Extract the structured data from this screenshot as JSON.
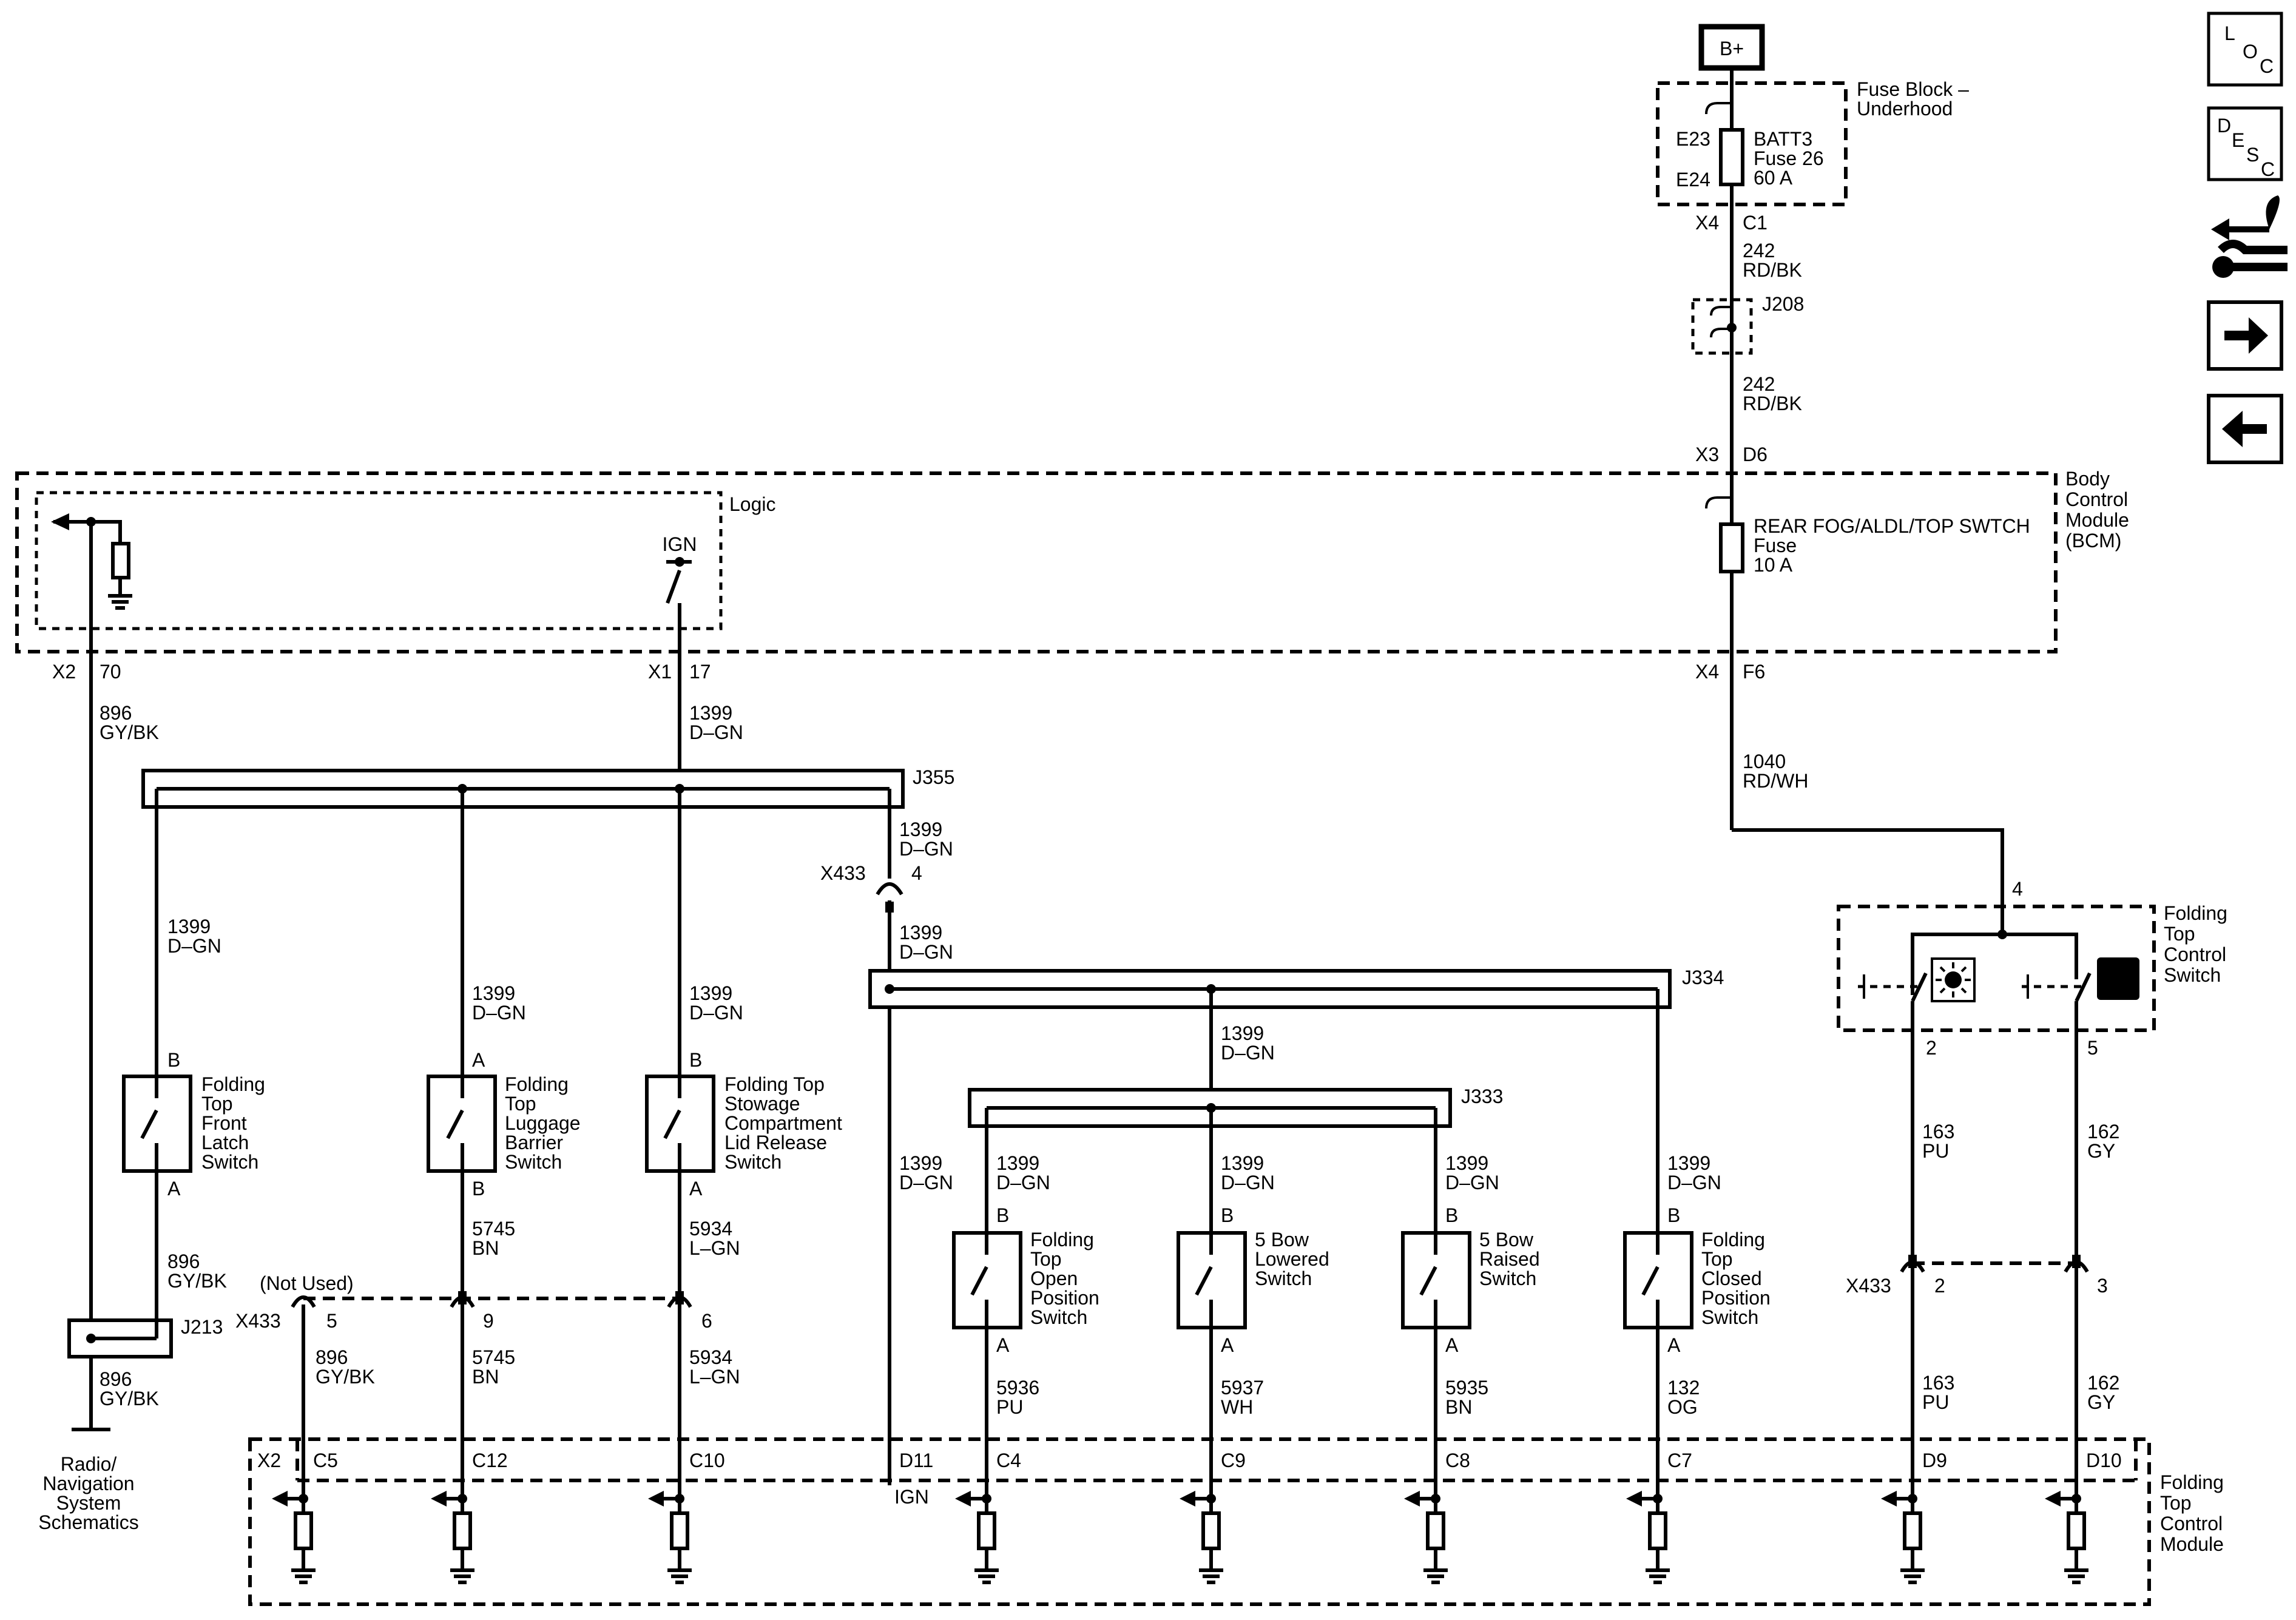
{
  "source": {
    "label": "B+",
    "fuse_block": [
      "Fuse Block –",
      "Underhood"
    ],
    "fuse_pins_top": "E23",
    "fuse_pins_bottom": "E24",
    "fuse": [
      "BATT3",
      "Fuse 26",
      "60 A"
    ],
    "conn_left": "X4",
    "conn_right": "C1",
    "wire1": [
      "242",
      "RD/BK"
    ],
    "splice": "J208",
    "wire2": [
      "242",
      "RD/BK"
    ],
    "bcm_conn_left": "X3",
    "bcm_conn_right": "D6"
  },
  "bcm": {
    "name": [
      "Body",
      "Control",
      "Module",
      "(BCM)"
    ],
    "logic_label": "Logic",
    "ign_label": "IGN",
    "fuse": [
      "REAR FOG/ALDL/TOP SWTCH",
      "Fuse",
      "10 A"
    ],
    "pin_x2": "X2",
    "pin_70": "70",
    "pin_x1": "X1",
    "pin_17": "17",
    "pin_x4": "X4",
    "pin_f6": "F6"
  },
  "wires": {
    "w896_top": [
      "896",
      "GY/BK"
    ],
    "w1399_top": [
      "1399",
      "D–GN"
    ],
    "w1040": [
      "1040",
      "RD/WH"
    ],
    "w1399_x433_in": [
      "1399",
      "D–GN"
    ],
    "w1399_x433_out": [
      "1399",
      "D–GN"
    ],
    "w1399_latch": [
      "1399",
      "D–GN"
    ],
    "w1399_luggage": [
      "1399",
      "D–GN"
    ],
    "w1399_stowage": [
      "1399",
      "D–GN"
    ],
    "w1399_j334": [
      "1399",
      "D–GN"
    ],
    "w1399_ign": [
      "1399",
      "D–GN"
    ],
    "w1399_open": [
      "1399",
      "D–GN"
    ],
    "w1399_lowered": [
      "1399",
      "D–GN"
    ],
    "w1399_raised": [
      "1399",
      "D–GN"
    ],
    "w1399_closed": [
      "1399",
      "D–GN"
    ],
    "w896_mid": [
      "896",
      "GY/BK"
    ],
    "w896_bot": [
      "896",
      "GY/BK"
    ],
    "w896_c5": [
      "896",
      "GY/BK"
    ],
    "w5745_top": [
      "5745",
      "BN"
    ],
    "w5745_bot": [
      "5745",
      "BN"
    ],
    "w5934_top": [
      "5934",
      "L–GN"
    ],
    "w5934_bot": [
      "5934",
      "L–GN"
    ],
    "w5936": [
      "5936",
      "PU"
    ],
    "w5937": [
      "5937",
      "WH"
    ],
    "w5935": [
      "5935",
      "BN"
    ],
    "w132": [
      "132",
      "OG"
    ],
    "w163_top": [
      "163",
      "PU"
    ],
    "w162_top": [
      "162",
      "GY"
    ],
    "w163_bot": [
      "163",
      "PU"
    ],
    "w162_bot": [
      "162",
      "GY"
    ]
  },
  "splices": {
    "j355": "J355",
    "j334": "J334",
    "j333": "J333",
    "j213": "J213"
  },
  "connector_x433": {
    "name_top": "X433",
    "pin_top": "4",
    "name_mid": "X433",
    "not_used": "(Not Used)",
    "pin5": "5",
    "pin9": "9",
    "pin6": "6",
    "name_right": "X433",
    "pin2": "2",
    "pin3": "3"
  },
  "switches": {
    "front_latch": {
      "name": [
        "Folding",
        "Top",
        "Front",
        "Latch",
        "Switch"
      ],
      "top": "B",
      "bottom": "A"
    },
    "luggage": {
      "name": [
        "Folding",
        "Top",
        "Luggage",
        "Barrier",
        "Switch"
      ],
      "top": "A",
      "bottom": "B"
    },
    "stowage": {
      "name": [
        "Folding Top",
        "Stowage",
        "Compartment",
        "Lid Release",
        "Switch"
      ],
      "top": "B",
      "bottom": "A"
    },
    "open": {
      "name": [
        "Folding",
        "Top",
        "Open",
        "Position",
        "Switch"
      ],
      "top": "B",
      "bottom": "A"
    },
    "lowered": {
      "name": [
        "5 Bow",
        "Lowered",
        "Switch"
      ],
      "top": "B",
      "bottom": "A"
    },
    "raised": {
      "name": [
        "5 Bow",
        "Raised",
        "Switch"
      ],
      "top": "B",
      "bottom": "A"
    },
    "closed": {
      "name": [
        "Folding",
        "Top",
        "Closed",
        "Position",
        "Switch"
      ],
      "top": "B",
      "bottom": "A"
    }
  },
  "control_switch": {
    "name": [
      "Folding",
      "Top",
      "Control",
      "Switch"
    ],
    "pin_in": "4",
    "pin_left": "2",
    "pin_right": "5"
  },
  "module": {
    "name": [
      "Folding",
      "Top",
      "Control",
      "Module"
    ],
    "conn": "X2",
    "ign_label": "IGN",
    "pins": [
      "C5",
      "C12",
      "C10",
      "D11",
      "C4",
      "C9",
      "C8",
      "C7",
      "D9",
      "D10"
    ]
  },
  "radio": [
    "Radio/",
    "Navigation",
    "System",
    "Schematics"
  ],
  "side_icons": [
    "location-icon",
    "description-icon",
    "connector-repair-icon",
    "next-page-icon",
    "previous-page-icon"
  ],
  "side_text": {
    "loc": [
      "L",
      "O",
      "C"
    ],
    "desc": [
      "D",
      "E",
      "S",
      "C"
    ]
  }
}
